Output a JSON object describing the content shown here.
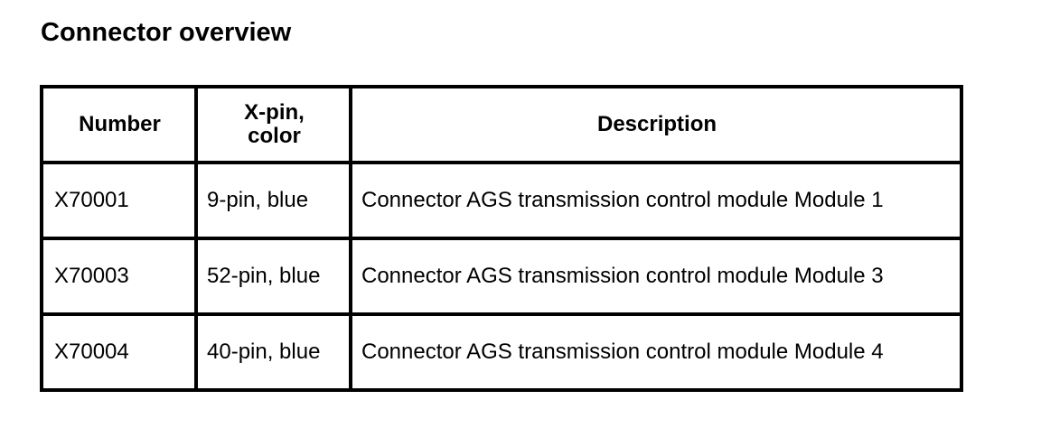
{
  "page": {
    "title": "Connector overview"
  },
  "table": {
    "headers": {
      "number": "Number",
      "pin_line1": "X-pin,",
      "pin_line2": "color",
      "description": "Description"
    },
    "rows": [
      {
        "number": "X70001",
        "pin": "9-pin, blue",
        "description": "Connector AGS transmission control module Module 1"
      },
      {
        "number": "X70003",
        "pin": "52-pin, blue",
        "description": "Connector AGS transmission control module Module 3"
      },
      {
        "number": "X70004",
        "pin": "40-pin, blue",
        "description": "Connector AGS transmission control module Module 4"
      }
    ]
  }
}
